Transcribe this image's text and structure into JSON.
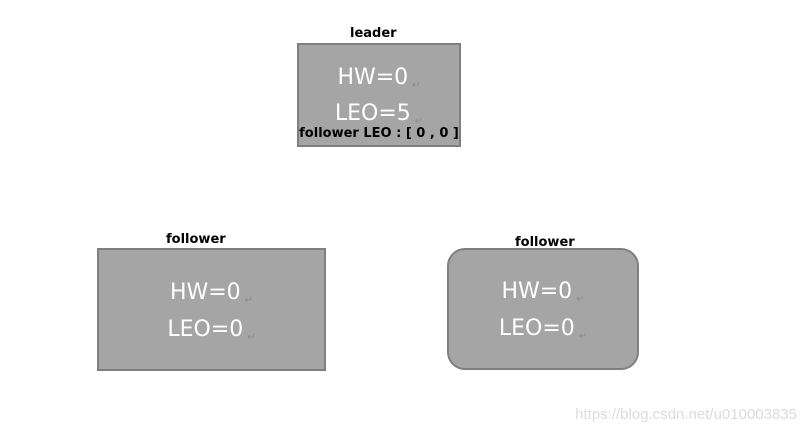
{
  "leader": {
    "title": "leader",
    "hw": "HW=0",
    "leo": "LEO=5",
    "follower_leo": "follower LEO : [ 0 , 0 ]"
  },
  "follower_left": {
    "title": "follower",
    "hw": "HW=0",
    "leo": "LEO=0"
  },
  "follower_right": {
    "title": "follower",
    "hw": "HW=0",
    "leo": "LEO=0"
  },
  "return_mark": "↵",
  "watermark": "https://blog.csdn.net/u010003835",
  "colors": {
    "box_fill": "#a5a5a5",
    "box_border": "#7f7f7f",
    "box_text": "#ffffff"
  }
}
